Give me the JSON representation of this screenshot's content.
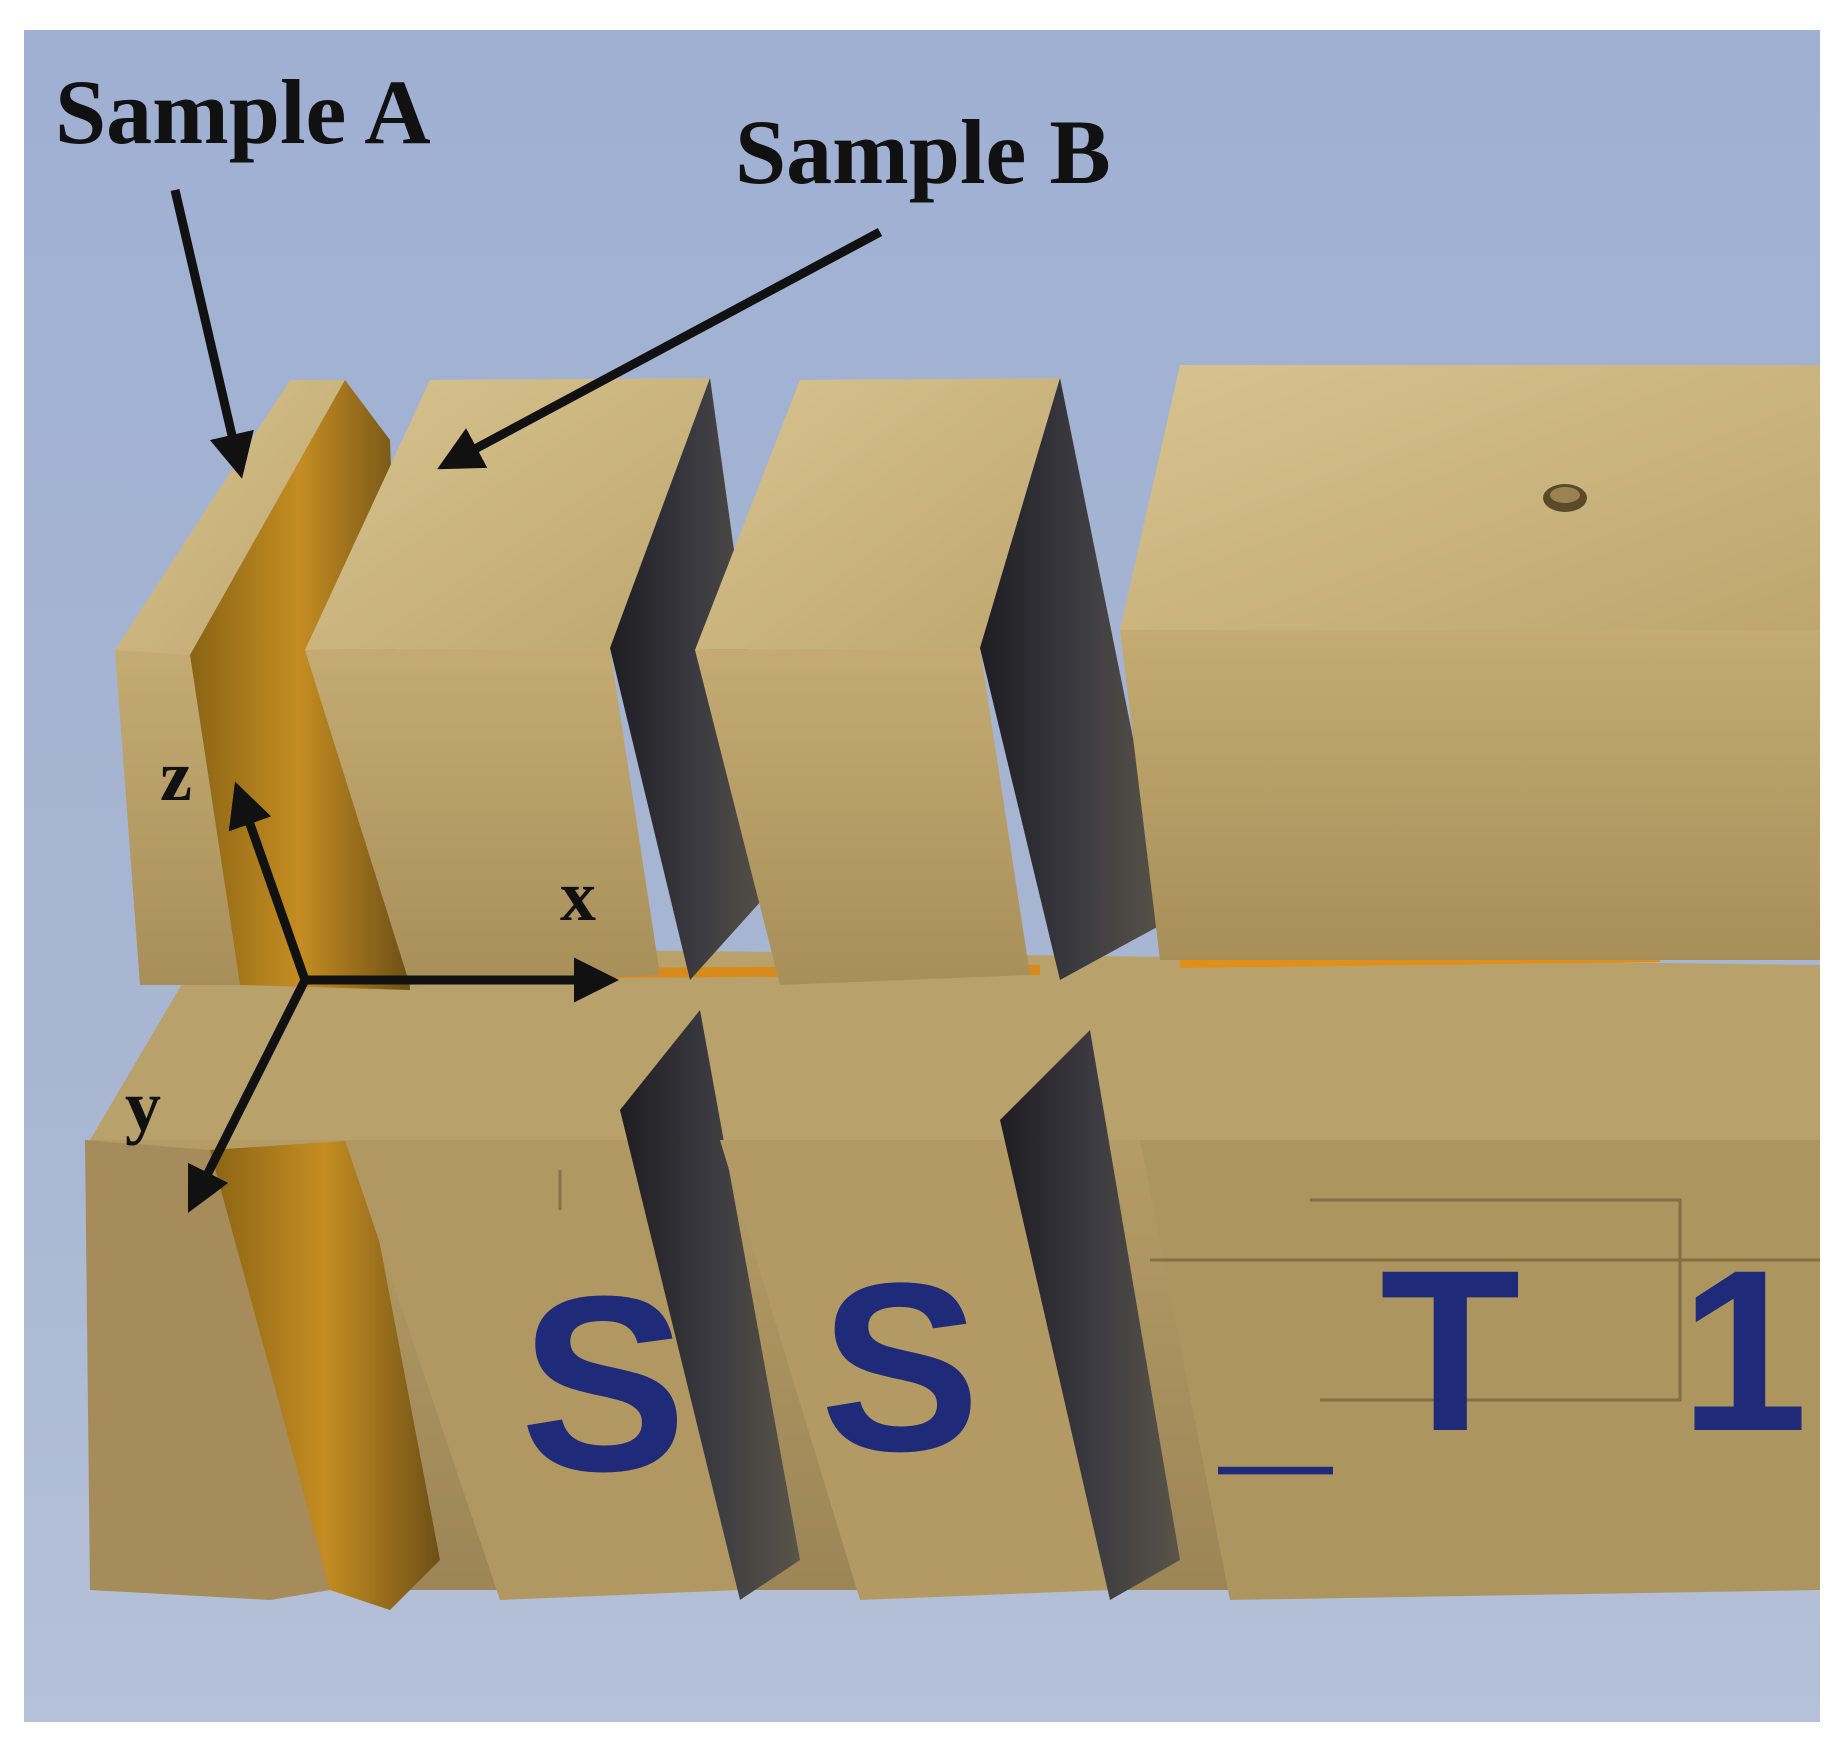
{
  "figure": {
    "labels": {
      "sample_a": "Sample A",
      "sample_b": "Sample B"
    },
    "axes": {
      "x": "x",
      "y": "y",
      "z": "z"
    },
    "marker_text": {
      "s1": "S",
      "s2": "S",
      "dash": "_",
      "t": "T",
      "one": "1"
    },
    "colors": {
      "background": "#a3b2cf",
      "metal_light": "#c9b27e",
      "metal_mid": "#b39a63",
      "metal_shadow": "#6c5a34",
      "cut_face_dark": "#2b2a2c",
      "marker_ink": "#1f2a78",
      "arrow": "#111111"
    }
  }
}
